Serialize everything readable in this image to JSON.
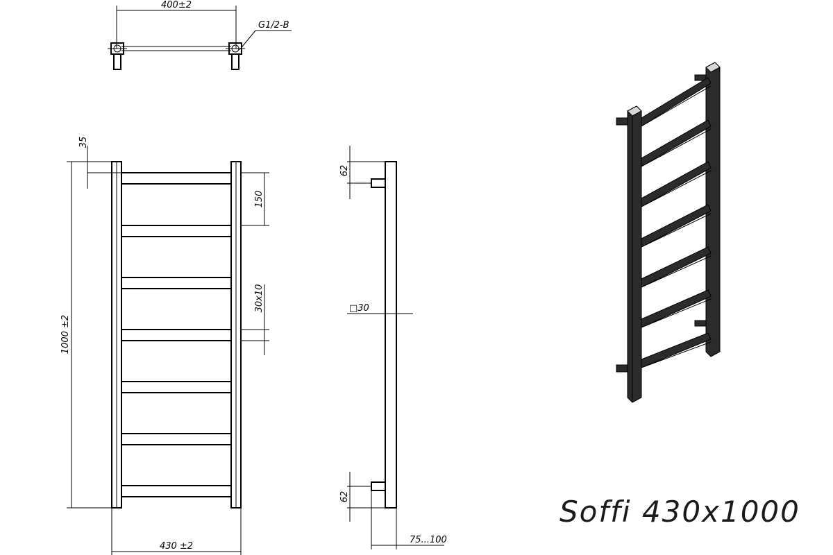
{
  "title": "Soffi 430x1000",
  "dimensions": {
    "top_width": "400±2",
    "thread": "G1/2-B",
    "top_offset": "35",
    "rung_pitch": "150",
    "rung_section": "30x10",
    "height": "1000 ±2",
    "width": "430 ±2",
    "side_top": "62",
    "post_section": "□30",
    "side_bottom": "62",
    "wall_distance": "75...100"
  }
}
